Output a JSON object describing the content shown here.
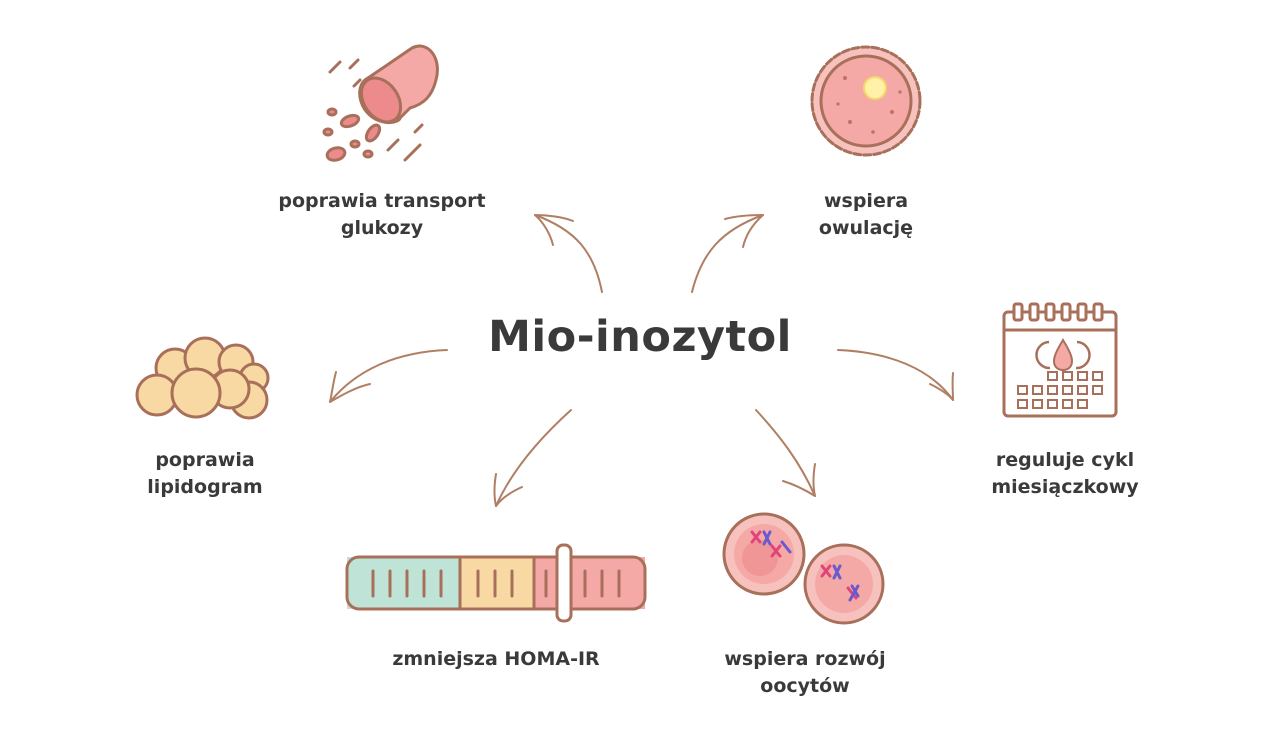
{
  "title": "Mio-inozytol",
  "benefits": {
    "glucose": [
      "poprawia transport",
      "glukozy"
    ],
    "ovulation": [
      "wspiera",
      "owulację"
    ],
    "cycle": [
      "reguluje cykl",
      "miesiączkowy"
    ],
    "oocytes": [
      "wspiera rozwój",
      "oocytów"
    ],
    "homa": "zmniejsza HOMA-IR",
    "lipids": [
      "poprawia",
      "lipidogram"
    ]
  },
  "colors": {
    "outline": "#a8705a",
    "pink": "#f4a9a6",
    "pink_light": "#f7c1be",
    "yellow": "#f9d9a3",
    "mint": "#bfe3d7",
    "text": "#3a3a3a"
  },
  "icons": {
    "glucose": "glucose-cylinder-icon",
    "ovulation": "egg-cell-icon",
    "cycle": "menstrual-calendar-icon",
    "oocytes": "oocyte-cells-icon",
    "homa": "homa-ir-scale-icon",
    "lipids": "lipid-droplets-icon"
  }
}
